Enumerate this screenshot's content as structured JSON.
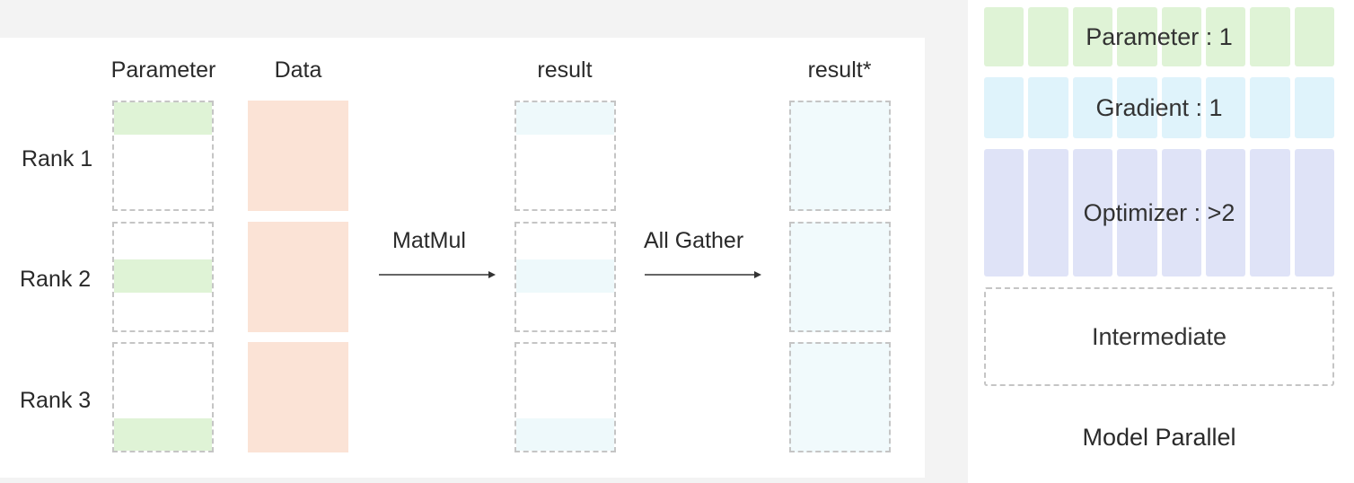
{
  "columns": {
    "parameter": "Parameter",
    "data": "Data",
    "result": "result",
    "result_star": "result*"
  },
  "ranks": [
    "Rank 1",
    "Rank 2",
    "Rank 3"
  ],
  "operations": {
    "matmul": "MatMul",
    "all_gather": "All Gather"
  },
  "memory": {
    "parameter": "Parameter : 1",
    "gradient": "Gradient : 1",
    "optimizer": "Optimizer : >2",
    "intermediate": "Intermediate",
    "caption": "Model Parallel"
  },
  "colors": {
    "parameter": "#dff3d6",
    "data": "#fbe3d6",
    "result": "#eef9fb",
    "gradient": "#dff3fb",
    "optimizer": "#dfe3f7",
    "dashed_border": "#c5c5c5"
  }
}
